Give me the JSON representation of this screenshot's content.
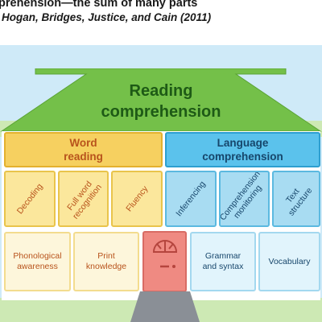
{
  "header": {
    "title": "prehension—the sum of many parts",
    "citation": "Hogan, Bridges, Justice, and Cain (2011)"
  },
  "roof": {
    "line1": "Reading",
    "line2": "comprehension"
  },
  "top_boxes": {
    "word_reading_line1": "Word",
    "word_reading_line2": "reading",
    "language_line1": "Language",
    "language_line2": "comprehension"
  },
  "word_reading_parts": [
    {
      "line1": "Decoding",
      "line2": ""
    },
    {
      "line1": "Full word",
      "line2": "recognition"
    },
    {
      "line1": "Fluency",
      "line2": ""
    }
  ],
  "language_parts": [
    {
      "line1": "Inferencing",
      "line2": ""
    },
    {
      "line1": "Comprehension",
      "line2": "monitoring"
    },
    {
      "line1": "Text",
      "line2": "structure"
    }
  ],
  "foundation_left": [
    {
      "line1": "Phonological",
      "line2": "awareness"
    },
    {
      "line1": "Print",
      "line2": "knowledge"
    }
  ],
  "foundation_right": [
    {
      "line1": "Grammar",
      "line2": "and syntax"
    },
    {
      "line1": "Vocabulary",
      "line2": ""
    }
  ],
  "colors": {
    "sky": "#cfeaf8",
    "grass": "#cde9b4",
    "roof": "#74c049",
    "roof_text": "#1e5a16",
    "word_reading": "#f6d060",
    "language": "#5bc2ec",
    "door": "#ef8a82",
    "path": "#8a8f96"
  }
}
